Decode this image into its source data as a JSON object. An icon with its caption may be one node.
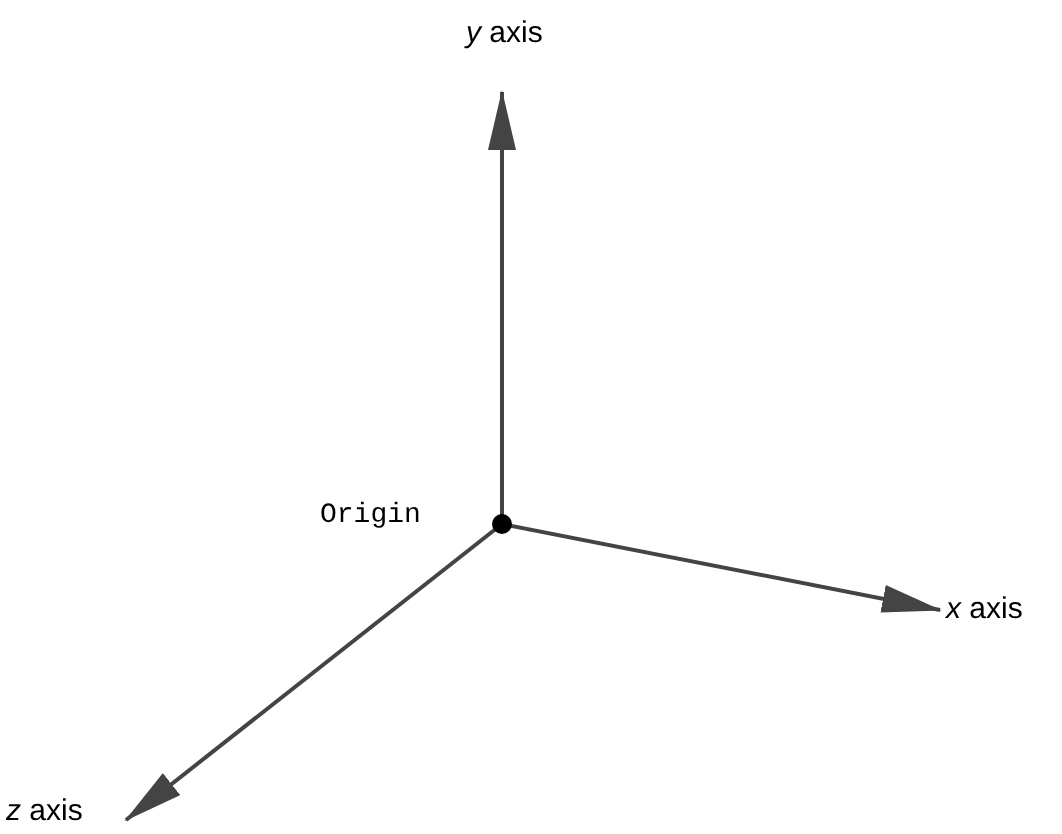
{
  "diagram": {
    "labels": [
      "*y* axis",
      "Origin",
      "*x* axis",
      "*z* axis"
    ]
  }
}
